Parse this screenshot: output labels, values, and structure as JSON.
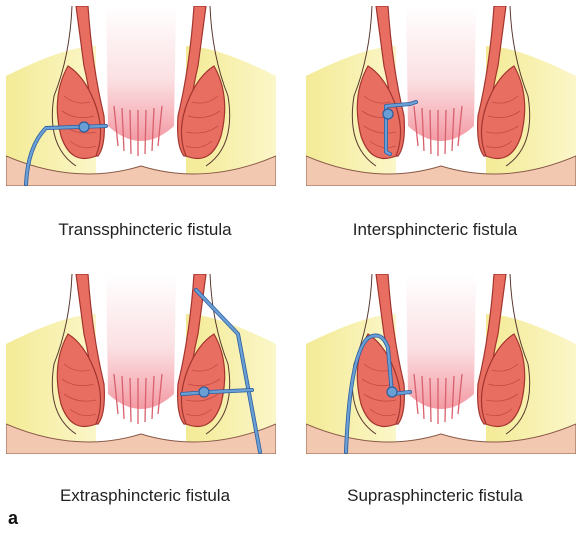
{
  "panels": [
    {
      "id": "transsphincteric",
      "caption": "Transsphincteric fistula"
    },
    {
      "id": "intersphincteric",
      "caption": "Intersphincteric fistula"
    },
    {
      "id": "extrasphincteric",
      "caption": "Extrasphincteric fistula"
    },
    {
      "id": "suprasphincteric",
      "caption": "Suprasphincteric fistula"
    }
  ],
  "figure_label": "a",
  "colors": {
    "fat": "#f6f0a8",
    "muscle": "#e86e62",
    "muscle_dark": "#b8423a",
    "mucosa": "#f4a3a8",
    "lumen": "#fde8ea",
    "skin": "#f2c9b0",
    "tract": "#6a9fd6",
    "tract_edge": "#2d5e9e"
  }
}
